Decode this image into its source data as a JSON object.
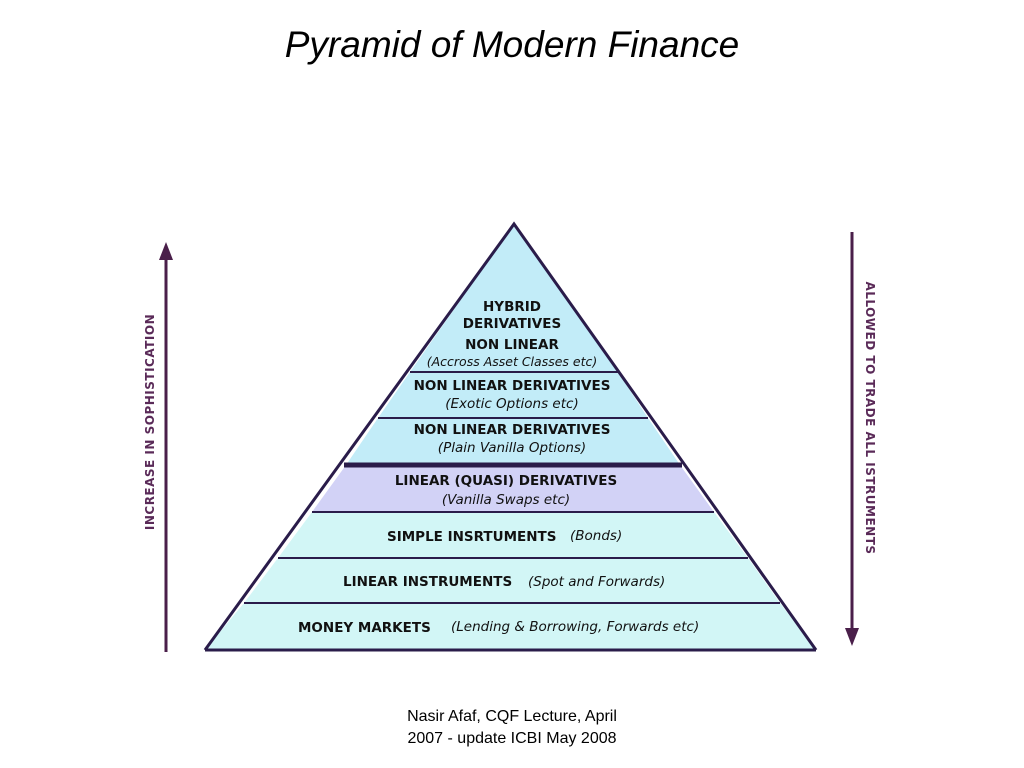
{
  "title": "Pyramid of Modern Finance",
  "left_axis_label": "INCREASE IN SOPHISTICATION",
  "right_axis_label": "ALLOWED TO TRADE ALL ISTRUMENTS",
  "tiers": [
    {
      "lines": [
        "HYBRID",
        "DERIVATIVES",
        "NON LINEAR"
      ],
      "detail": "(Accross Asset Classes etc)",
      "fill": "#c2ecf8"
    },
    {
      "main": "NON LINEAR DERIVATIVES",
      "detail": "(Exotic Options etc)",
      "fill": "#c2ecf8"
    },
    {
      "main": "NON LINEAR DERIVATIVES",
      "detail": "(Plain Vanilla Options)",
      "fill": "#c2ecf8"
    },
    {
      "main": "LINEAR (QUASI) DERIVATIVES",
      "detail": "(Vanilla Swaps etc)",
      "fill": "#d2d2f6"
    },
    {
      "main": "SIMPLE INSRTUMENTS",
      "detail": "(Bonds)",
      "fill": "#d2f6f6"
    },
    {
      "main": "LINEAR INSTRUMENTS",
      "detail": "(Spot and Forwards)",
      "fill": "#d2f6f6"
    },
    {
      "main": "MONEY MARKETS",
      "detail": "(Lending & Borrowing, Forwards etc)",
      "fill": "#d2f6f6"
    }
  ],
  "caption_lines": [
    "Nasir Afaf, CQF Lecture, April",
    "2007 - update ICBI May 2008"
  ],
  "colors": {
    "outline": "#2a1c4a",
    "arrow": "#4a1f4a"
  }
}
